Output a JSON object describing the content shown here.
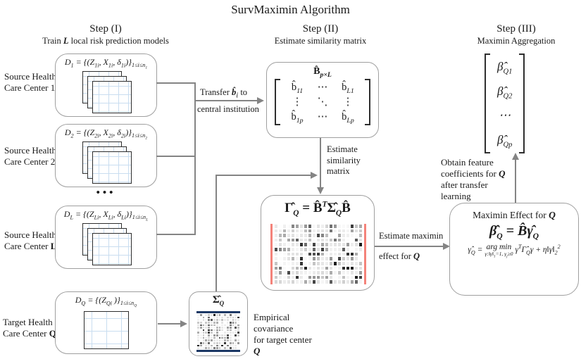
{
  "title": "SurvMaximin Algorithm",
  "steps": {
    "step1": {
      "title": "Step (I)",
      "subtitle": "Train <b><i>L</i></b> local risk prediction models"
    },
    "step2": {
      "title": "Step (II)",
      "subtitle": "Estimate similarity matrix"
    },
    "step3": {
      "title": "Step (III)",
      "subtitle": "Maximin Aggregation"
    }
  },
  "sources": [
    {
      "label": "Source Health<br>Care Center 1",
      "formula": "D<sub>1</sub> = {(Z<sub>1i</sub>, X<sub>1i</sub>, δ<sub>1i</sub>)}<sub>1≤i≤n<sub>1</sub></sub>"
    },
    {
      "label": "Source Health<br>Care Center 2",
      "formula": "D<sub>2</sub> = {(Z<sub>2i</sub>, X<sub>2i</sub>, δ<sub>2i</sub>)}<sub>1≤i≤n<sub>2</sub></sub>"
    },
    {
      "label": "Source Health<br>Care Center <b>L</b>",
      "formula": "D<sub>L</sub> = {(Z<sub>Li</sub>, X<sub>Li</sub>, δ<sub>Li</sub>)}<sub>1≤i≤n<sub>L</sub></sub>"
    }
  ],
  "ellipsis": "•••",
  "target": {
    "label": "Target Health<br>Care Center <b>Q</b>",
    "formula": "D<sub>Q</sub> = {(Z<sub>Qi</sub> )}<sub>1≤i≤n<sub>Q</sub></sub>"
  },
  "transfer_arrow": {
    "line1": "Transfer <b><i>b̂</i></b><sub><i>i</i></sub> to",
    "line2": "central institution"
  },
  "b_matrix": {
    "header": "B̂<sub>p×L</sub>",
    "cells": [
      [
        "b̂<sub>11</sub>",
        "⋯",
        "b̂<sub>L1</sub>"
      ],
      [
        "⋮",
        "⋱",
        "⋮"
      ],
      [
        "b̂<sub>1p</sub>",
        "⋯",
        "b̂<sub>Lp</sub>"
      ]
    ]
  },
  "estimate_similarity": "Estimate<br>similarity<br>matrix",
  "gamma_box": {
    "equation": "Γ̂<sub>Q</sub> = B̂<sup>T</sup>Σ̂<sub>Q</sub>B̂"
  },
  "estimate_maximin": {
    "line1": "Estimate maximin",
    "line2": "effect for <b><i>Q</i></b>"
  },
  "sigma_box": {
    "label": "Σ̂<sub>Q</sub>"
  },
  "sigma_caption": "Empirical<br>covariance<br>for target center<br><b><i>Q</i></b>",
  "obtain_text": "Obtain feature<br>coefficients for <b><i>Q</i></b><br>after transfer<br>learning",
  "maximin_box": {
    "title": "Maximin Effect for <b><i>Q</i></b>",
    "equation": "β̂<sub>Q</sub> = B̂γ̂<sub>Q</sub>",
    "argmin_lhs": "γ̂<sub>Q</sub> =",
    "argmin_op": "arg min",
    "argmin_constraint": "γ:‖γ‖<sub>1</sub>=1, γ<sub>j</sub>≥0",
    "argmin_rhs": "γ<sup>T</sup>Γ̂<sub>Q</sub>γ + η‖γ‖<sub>2</sub><sup>2</sup>"
  },
  "beta_vector": {
    "entries": [
      "β̂<sub>Q1</sub>",
      "β̂<sub>Q2</sub>",
      "⋯",
      "β̂<sub>Qp</sub>"
    ]
  },
  "colors": {
    "line_gray": "#848484",
    "accent_red": "#f4837a",
    "accent_navy": "#1b3764",
    "grid_blue": "#c9ddf0"
  }
}
